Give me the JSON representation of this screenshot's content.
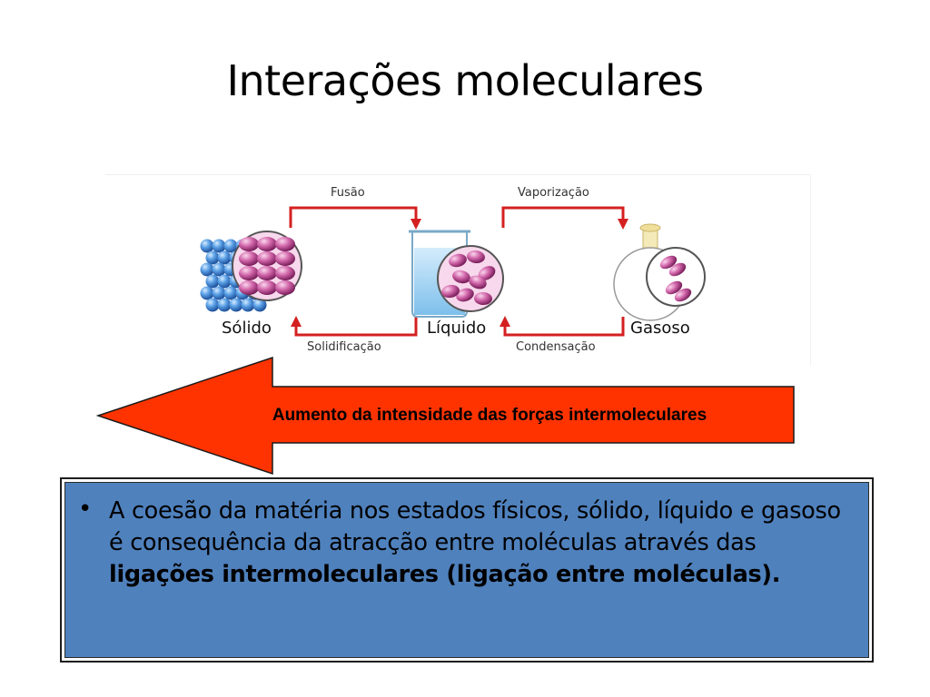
{
  "slide": {
    "title": "Interações moleculares"
  },
  "diagram": {
    "processes": {
      "fusion": "Fusão",
      "vaporization": "Vaporização",
      "solidification": "Solidificação",
      "condensation": "Condensação"
    },
    "states": {
      "solid": "Sólido",
      "liquid": "Líquido",
      "gas": "Gasoso"
    }
  },
  "arrow": {
    "text": "Aumento da intensidade das forças intermoleculares",
    "color": "#ff3300"
  },
  "info_box": {
    "text_plain": "A coesão da matéria nos estados físicos, sólido, líquido e gasoso é consequência da atracção entre moléculas através das ",
    "text_bold": "ligações intermoleculares (ligação entre moléculas).",
    "background": "#4f81bd"
  },
  "colors": {
    "process_arrow": "#d42020",
    "molecule": "#c0508f",
    "solid_sphere": "#4f90d6"
  }
}
